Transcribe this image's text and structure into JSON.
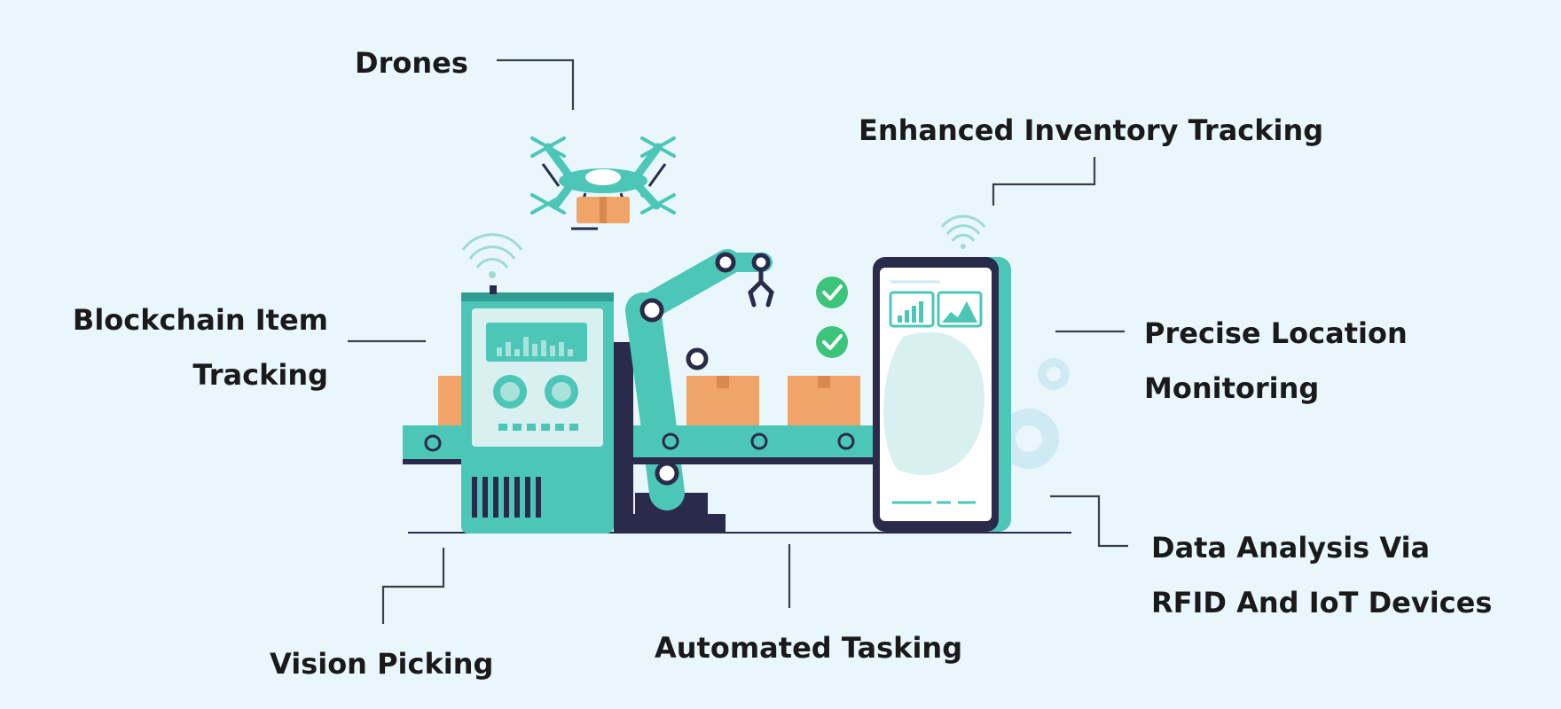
{
  "labels": {
    "drones": "Drones",
    "enhanced_inventory": "Enhanced Inventory Tracking",
    "blockchain_line1": "Blockchain Item",
    "blockchain_line2": "Tracking",
    "precise_line1": "Precise Location",
    "precise_line2": "Monitoring",
    "data_line1": "Data Analysis Via",
    "data_line2": "RFID And IoT Devices",
    "vision_picking": "Vision Picking",
    "automated_tasking": "Automated Tasking"
  },
  "colors": {
    "background": "#e9f7fd",
    "teal": "#4cc6b6",
    "teal_dark": "#2f9e91",
    "navy": "#2a2a4a",
    "box": "#f0a468",
    "box_dark": "#d88a4e",
    "check": "#3cc47a",
    "text": "#1a1a1a"
  },
  "icons": [
    "drone-icon",
    "robot-arm-icon",
    "machine-icon",
    "smartphone-icon",
    "wifi-icon",
    "check-icon",
    "gear-icon",
    "package-icon"
  ]
}
